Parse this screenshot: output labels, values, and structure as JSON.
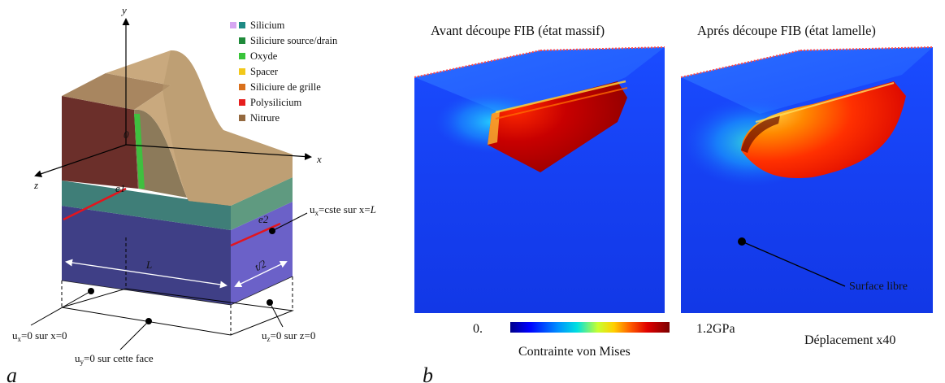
{
  "panel_a": {
    "label": "a",
    "axes": {
      "y": "y",
      "x": "x",
      "z": "z",
      "origin": "0"
    },
    "legend": [
      {
        "label": "Silicium",
        "colors": [
          "#d6a6f2",
          "#1e8a84"
        ]
      },
      {
        "label": "Siliciure source/drain",
        "colors": [
          "#1f8a3a"
        ]
      },
      {
        "label": "Oxyde",
        "colors": [
          "#39c43a"
        ]
      },
      {
        "label": "Spacer",
        "colors": [
          "#f2c81a"
        ]
      },
      {
        "label": "Siliciure de grille",
        "colors": [
          "#d9701c"
        ]
      },
      {
        "label": "Polysilicium",
        "colors": [
          "#e61e1e"
        ]
      },
      {
        "label": "Nitrure",
        "colors": [
          "#94693f"
        ]
      }
    ],
    "cuts": {
      "cut1": "e1",
      "cut2": "e2"
    },
    "dims": {
      "length": "L",
      "half_thickness": "t/2"
    },
    "bc": {
      "x_right_pre": "u",
      "x_right_sub": "x",
      "x_right_post": "=cste sur x=",
      "x_right_tail": "L",
      "x0_pre": "u",
      "x0_sub": "x",
      "x0_post": "=0 sur x=0",
      "y0_pre": "u",
      "y0_sub": "y",
      "y0_post": "=0 sur cette face",
      "z0_pre": "u",
      "z0_sub": "z",
      "z0_post": "=0 sur z=0"
    }
  },
  "panel_b": {
    "label": "b",
    "left_title": "Avant découpe FIB (état massif)",
    "right_title": "Aprés découpe FIB (état lamelle)",
    "colorbar": {
      "min": "0.",
      "max": "1.2GPa",
      "label": "Contrainte von Mises"
    },
    "free_surface": "Surface libre",
    "displacement": "Déplacement x40"
  }
}
